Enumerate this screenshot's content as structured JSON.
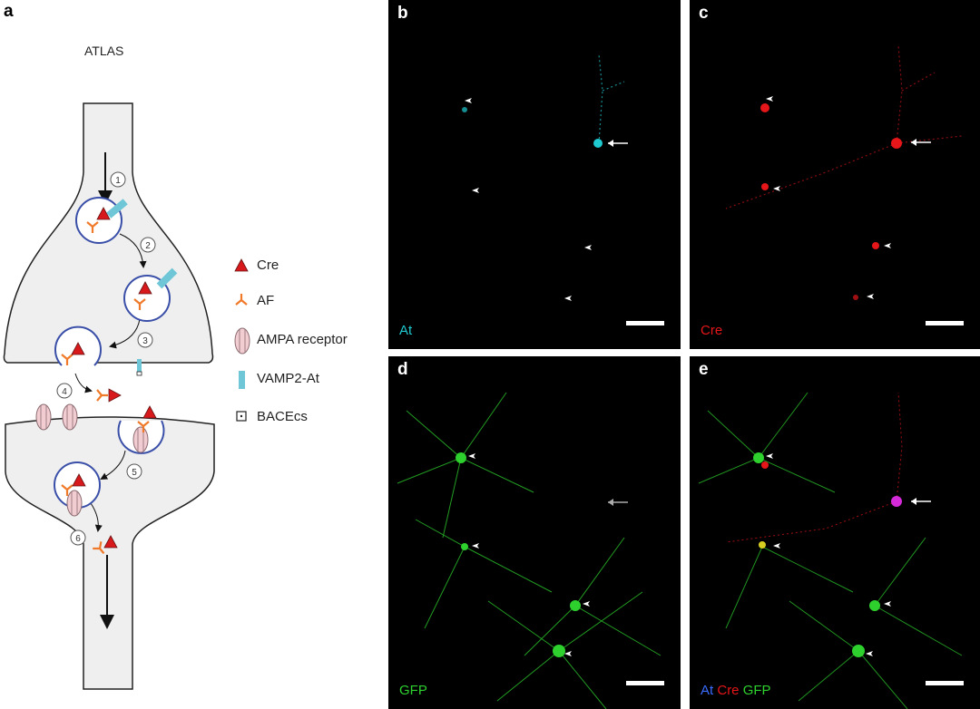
{
  "panel_a": {
    "label": "a",
    "title": "ATLAS",
    "steps": [
      "1",
      "2",
      "3",
      "4",
      "5",
      "6"
    ],
    "legend": [
      {
        "icon": "cre-triangle-icon",
        "label": "Cre"
      },
      {
        "icon": "af-antibody-icon",
        "label": "AF"
      },
      {
        "icon": "ampa-receptor-icon",
        "label": "AMPA receptor"
      },
      {
        "icon": "vamp2-at-icon",
        "label": "VAMP2-At"
      },
      {
        "icon": "bacecs-icon",
        "label": "BACEcs"
      }
    ],
    "colors": {
      "cre": "#d7191c",
      "af": "#f07a2a",
      "vamp": "#6ec6d6",
      "vesicle": "#3a4fa8",
      "ampa": "#f1cdd2"
    }
  },
  "panels": {
    "b": {
      "label": "b",
      "channel": "At",
      "color": "#1fc9d0"
    },
    "c": {
      "label": "c",
      "channel": "Cre",
      "color": "#e4161a"
    },
    "d": {
      "label": "d",
      "channel": "GFP",
      "color": "#2ed02e"
    },
    "e": {
      "label": "e",
      "channels": [
        {
          "name": "At",
          "color": "#3a6cff"
        },
        {
          "name": "Cre",
          "color": "#e4161a"
        },
        {
          "name": "GFP",
          "color": "#2ed02e"
        }
      ]
    }
  }
}
